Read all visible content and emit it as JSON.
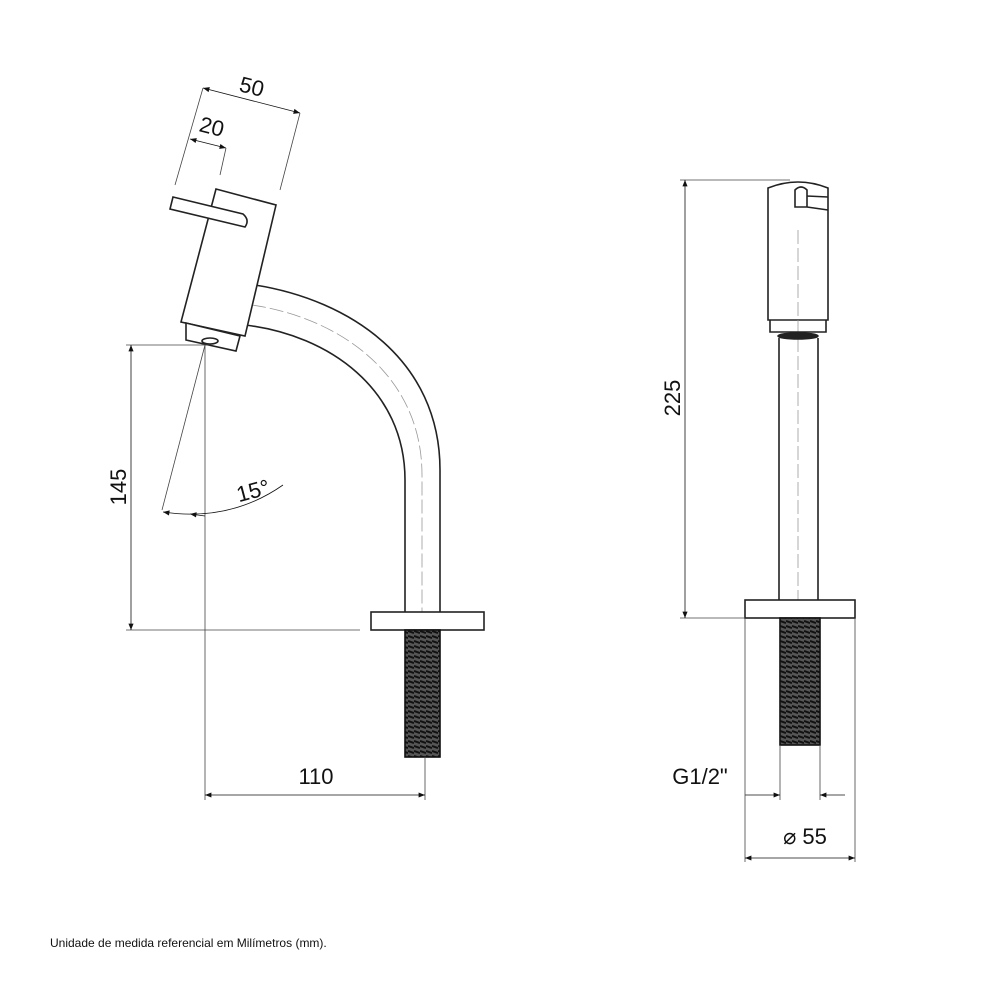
{
  "dimensions": {
    "lever_depth": "50",
    "lever_offset": "20",
    "spout_height": "145",
    "spout_angle": "15°",
    "spout_reach": "110",
    "total_height": "225",
    "thread": "G1/2\"",
    "base_diameter": "⌀ 55"
  },
  "footer": "Unidade de medida referencial em Milímetros (mm).",
  "colors": {
    "line": "#222222",
    "thread": "#1a1a1a"
  }
}
